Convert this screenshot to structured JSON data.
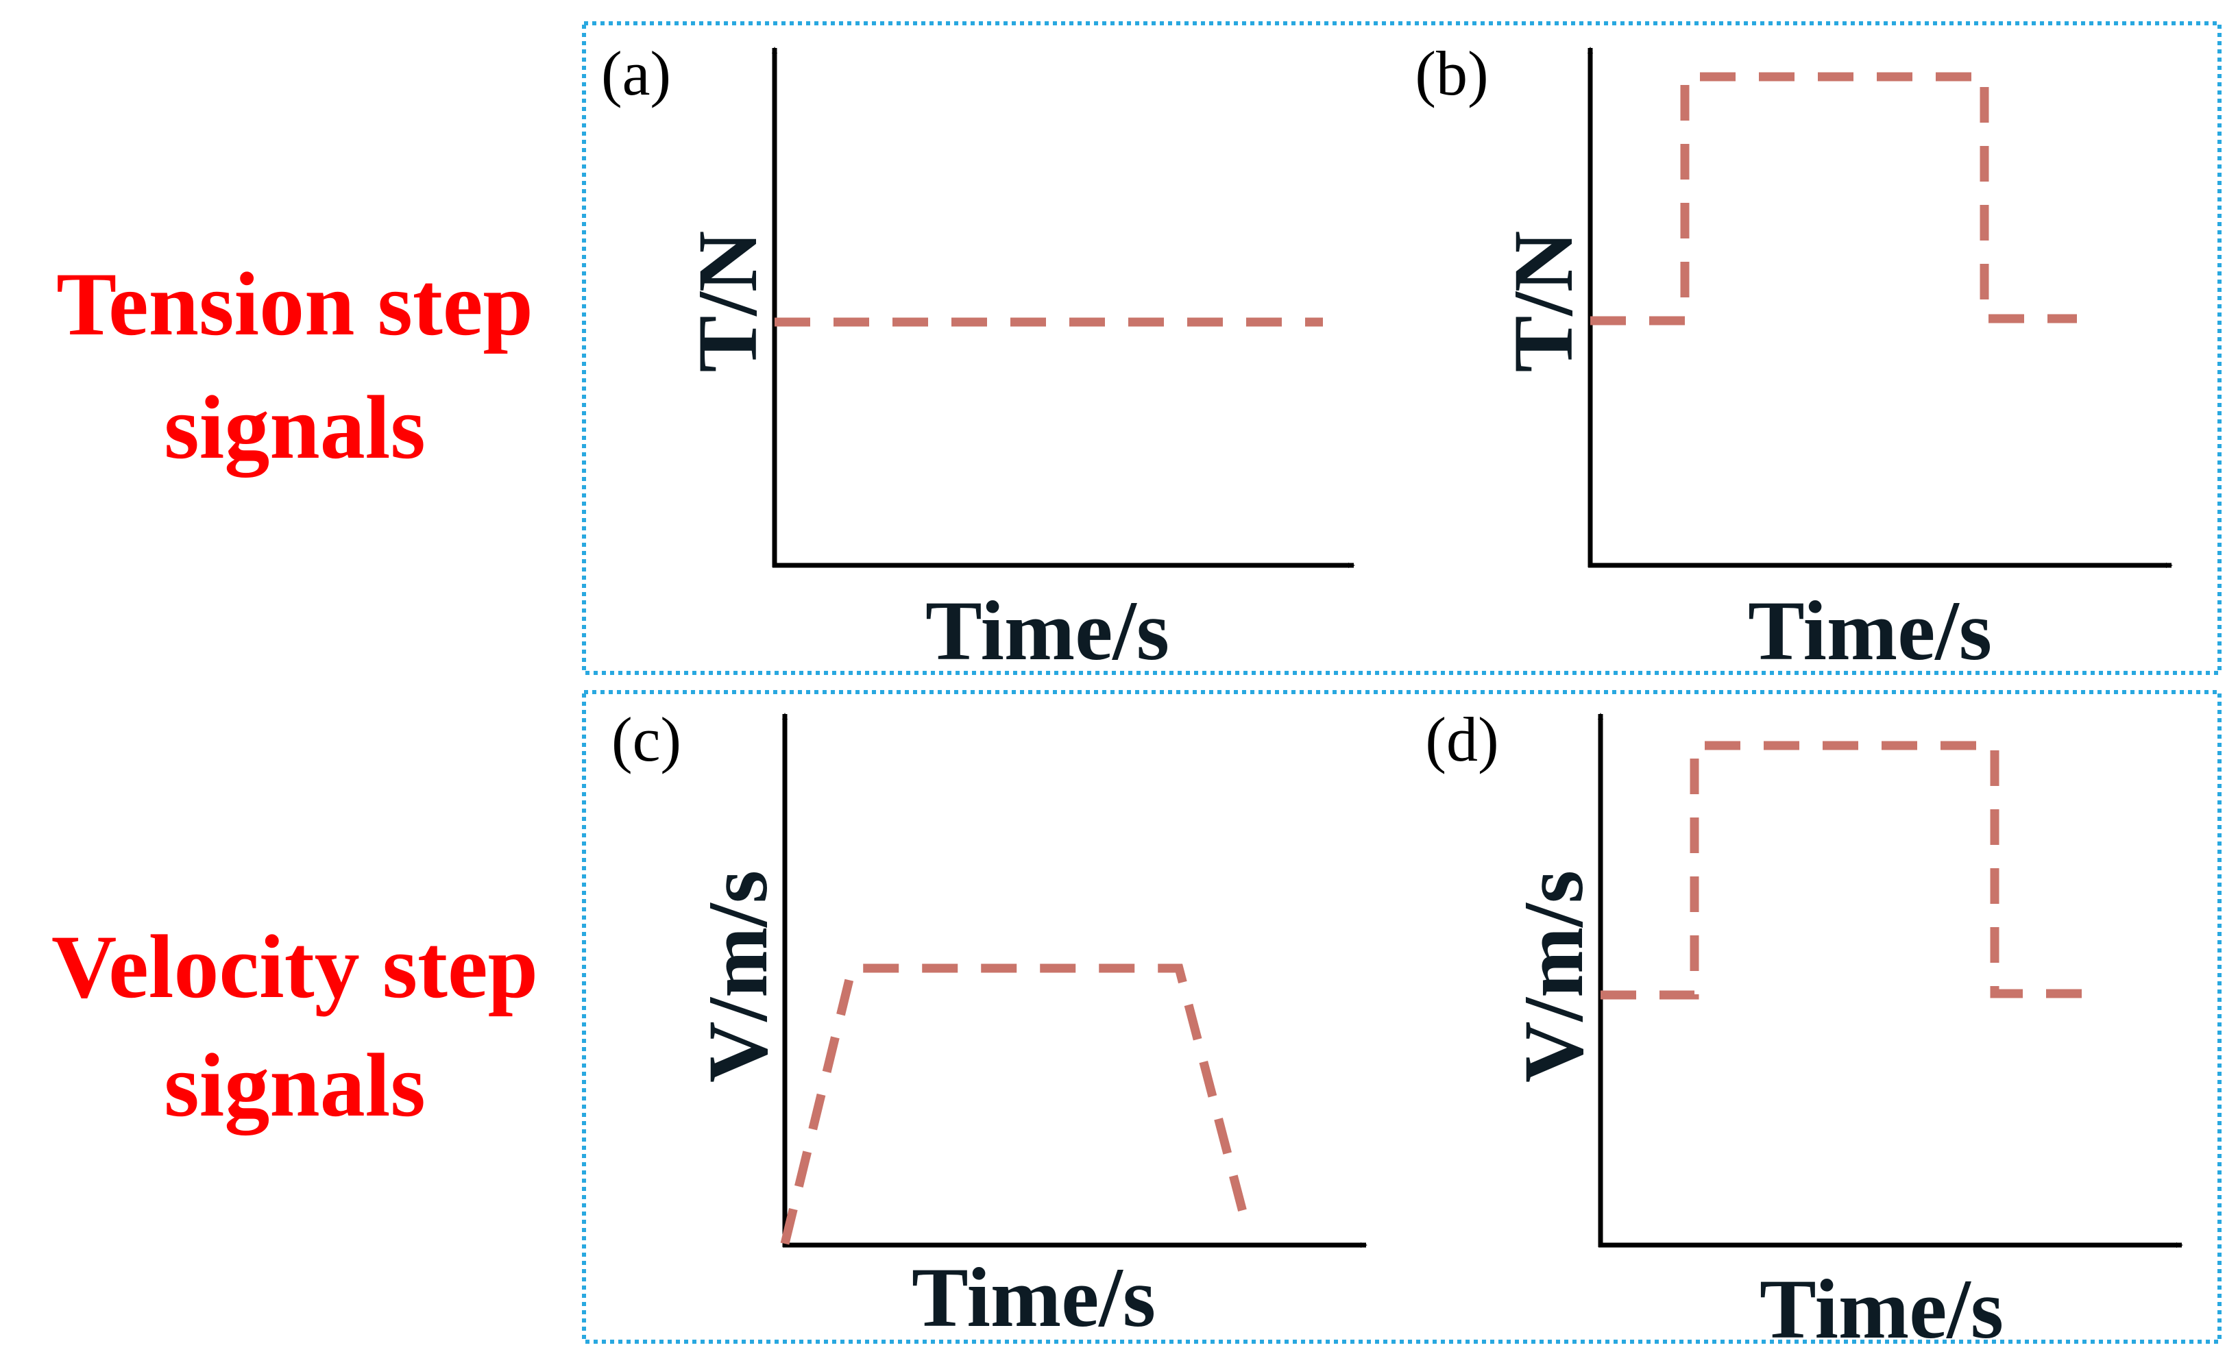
{
  "colors": {
    "row_title": "#ff0000",
    "axis": "#000000",
    "axis_label": "#0d1b24",
    "signal": "#c9746a",
    "group_border": "#29a8e0"
  },
  "rows": [
    {
      "title_line1": "Tension step",
      "title_line2": "signals"
    },
    {
      "title_line1": "Velocity step",
      "title_line2": "signals"
    }
  ],
  "panels": [
    {
      "label": "(a)",
      "xlabel": "Time/s",
      "ylabel": "T/N",
      "signal_shape": "constant"
    },
    {
      "label": "(b)",
      "xlabel": "Time/s",
      "ylabel": "T/N",
      "signal_shape": "rectangular-pulse"
    },
    {
      "label": "(c)",
      "xlabel": "Time/s",
      "ylabel": "V/m/s",
      "signal_shape": "trapezoidal-pulse"
    },
    {
      "label": "(d)",
      "xlabel": "Time/s",
      "ylabel": "V/m/s",
      "signal_shape": "rectangular-pulse"
    }
  ]
}
